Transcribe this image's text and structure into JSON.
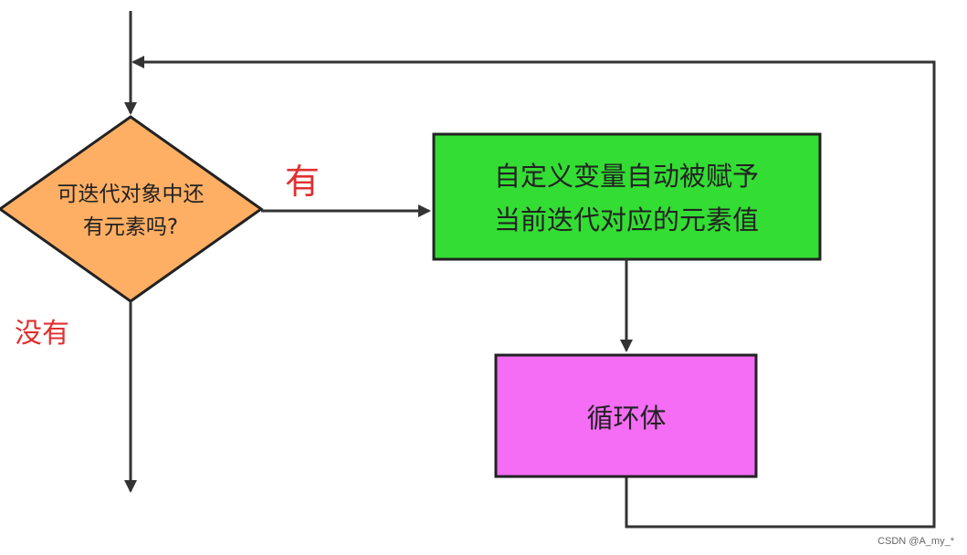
{
  "diagram": {
    "decision": {
      "line1": "可迭代对象中还",
      "line2": "有元素吗?"
    },
    "assign_box": {
      "line1": "自定义变量自动被赋予",
      "line2": "当前迭代对应的元素值"
    },
    "body_box": {
      "label": "循环体"
    },
    "yes_label": "有",
    "no_label": "没有"
  },
  "colors": {
    "decision_fill": "#FFAF64",
    "assign_fill": "#33DD33",
    "body_fill": "#F56DF5",
    "handwriting": "#E03030",
    "line": "#333333"
  },
  "watermark": "CSDN @A_my_*"
}
